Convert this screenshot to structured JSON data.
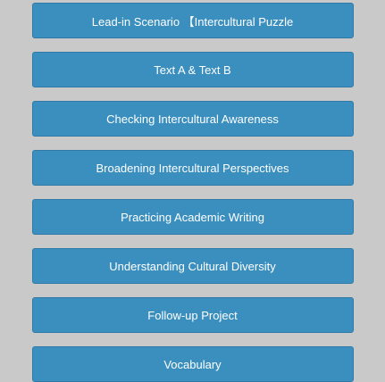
{
  "menu": {
    "items": [
      {
        "label": "Lead-in Scenario 【Intercultural Puzzle"
      },
      {
        "label": "Text A & Text B"
      },
      {
        "label": "Checking Intercultural Awareness"
      },
      {
        "label": "Broadening Intercultural Perspectives"
      },
      {
        "label": "Practicing Academic Writing"
      },
      {
        "label": "Understanding Cultural Diversity"
      },
      {
        "label": "Follow-up Project"
      },
      {
        "label": "Vocabulary"
      }
    ]
  },
  "colors": {
    "background": "#c9c9c9",
    "button": "#3a8fbf",
    "button_text": "#ffffff"
  }
}
